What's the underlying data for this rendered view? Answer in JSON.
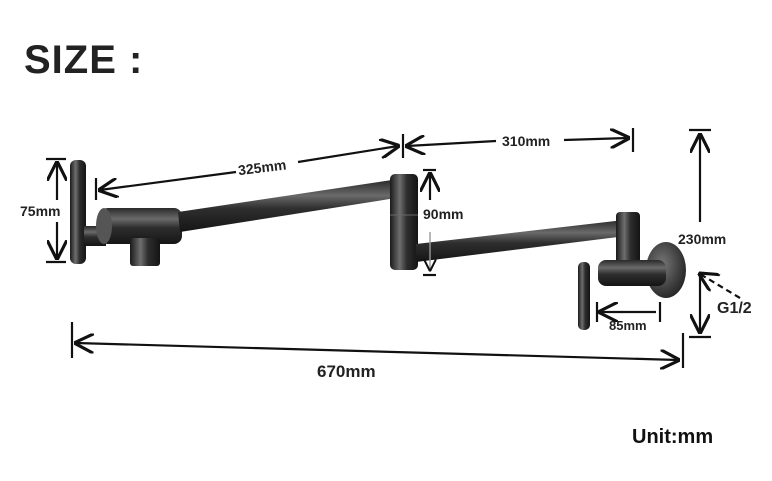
{
  "title": "SIZE :",
  "unit_label": "Unit:mm",
  "dimensions": {
    "handle_height": "75mm",
    "arm1_length": "325mm",
    "arm2_length": "310mm",
    "joint_drop": "90mm",
    "total_height": "230mm",
    "wall_mount_length": "85mm",
    "thread": "G1/2",
    "total_length": "670mm"
  },
  "colors": {
    "text": "#222222",
    "metal_dark": "#1e1e1e",
    "metal_mid": "#4a4a4a",
    "metal_light": "#8a8a8a",
    "background": "#ffffff"
  }
}
